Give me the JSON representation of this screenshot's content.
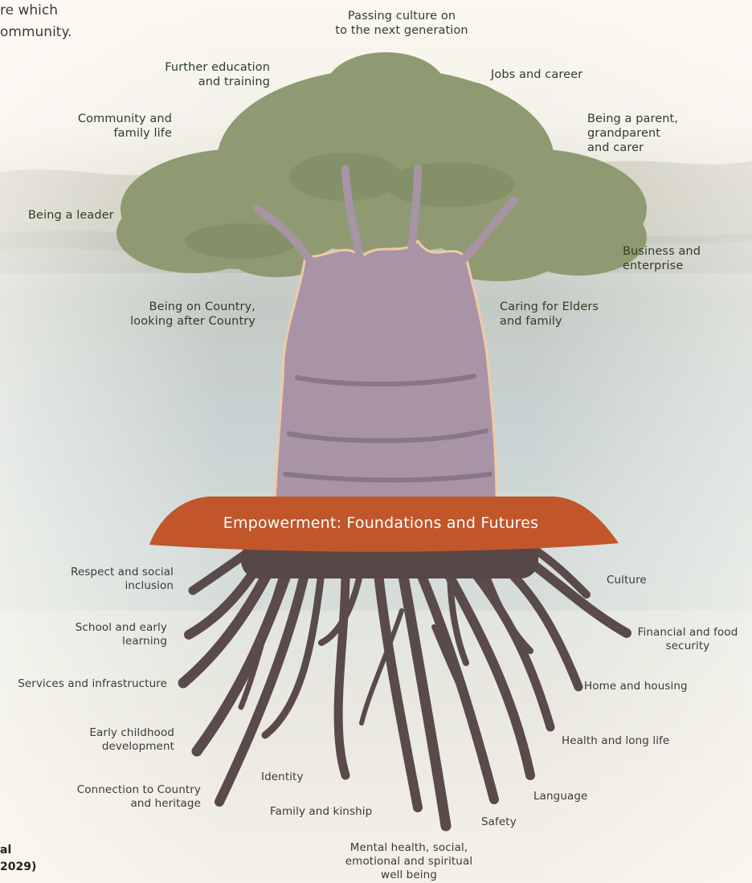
{
  "intro_text": "re which\nommunity.",
  "title_fragment": "al\n2029)",
  "banner": {
    "label": "Empowerment: Foundations and Futures"
  },
  "canopy_labels": [
    {
      "id": "passing-culture",
      "text": "Passing culture on\nto the next generation"
    },
    {
      "id": "further-education",
      "text": "Further education\nand training"
    },
    {
      "id": "jobs-career",
      "text": "Jobs and career"
    },
    {
      "id": "community-family",
      "text": "Community and\nfamily life"
    },
    {
      "id": "being-parent",
      "text": "Being a parent,\ngrandparent\nand carer"
    },
    {
      "id": "being-leader",
      "text": "Being a leader"
    },
    {
      "id": "business-enterprise",
      "text": "Business and\nenterprise"
    },
    {
      "id": "being-on-country",
      "text": "Being on Country,\nlooking after Country"
    },
    {
      "id": "caring-elders",
      "text": "Caring for Elders\nand family"
    }
  ],
  "root_labels": [
    {
      "id": "respect",
      "text": "Respect and social\ninclusion"
    },
    {
      "id": "culture",
      "text": "Culture"
    },
    {
      "id": "school",
      "text": "School and early\nlearning"
    },
    {
      "id": "financial",
      "text": "Financial and food\nsecurity"
    },
    {
      "id": "services",
      "text": "Services and infrastructure"
    },
    {
      "id": "home-housing",
      "text": "Home and housing"
    },
    {
      "id": "early-childhood",
      "text": "Early childhood\ndevelopment"
    },
    {
      "id": "health",
      "text": "Health and long life"
    },
    {
      "id": "identity",
      "text": "Identity"
    },
    {
      "id": "connection-country",
      "text": "Connection to Country\nand heritage"
    },
    {
      "id": "language",
      "text": "Language"
    },
    {
      "id": "family-kinship",
      "text": "Family and kinship"
    },
    {
      "id": "safety",
      "text": "Safety"
    },
    {
      "id": "mental-health",
      "text": "Mental health, social,\nemotional and spiritual\nwell being"
    }
  ],
  "colors": {
    "canopy": "#8f9a73",
    "trunk": "#a894a6",
    "banner": "#c1562b",
    "roots": "#5a4a4a",
    "label_text": "#2e3f22"
  }
}
